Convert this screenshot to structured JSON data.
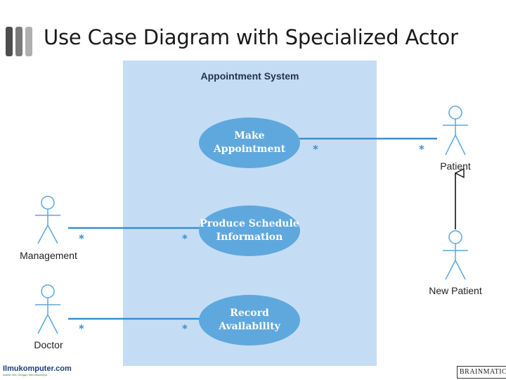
{
  "slide": {
    "title": "Use Case Diagram with Specialized Actor",
    "bar_colors": [
      "#4d4d4d",
      "#7a7a7a",
      "#b0b0b0"
    ]
  },
  "system": {
    "label": "Appointment System",
    "fill": "#c5ddf4"
  },
  "use_cases": [
    {
      "id": "make-appointment",
      "label": "Make\nAppointment"
    },
    {
      "id": "produce-schedule",
      "label": "Produce Schedule\nInformation"
    },
    {
      "id": "record-availability",
      "label": "Record\nAvailability"
    }
  ],
  "actors": [
    {
      "id": "patient",
      "label": "Patient"
    },
    {
      "id": "new-patient",
      "label": "New Patient"
    },
    {
      "id": "management",
      "label": "Management"
    },
    {
      "id": "doctor",
      "label": "Doctor"
    }
  ],
  "associations": [
    {
      "actor": "patient",
      "use_case": "make-appointment",
      "actor_multiplicity": "*",
      "use_case_multiplicity": "*"
    },
    {
      "actor": "management",
      "use_case": "produce-schedule",
      "actor_multiplicity": "*",
      "use_case_multiplicity": "*"
    },
    {
      "actor": "doctor",
      "use_case": "record-availability",
      "actor_multiplicity": "*",
      "use_case_multiplicity": "*"
    }
  ],
  "generalizations": [
    {
      "child": "new-patient",
      "parent": "patient"
    }
  ],
  "colors": {
    "use_case_fill": "#5fa8dd",
    "line": "#3a8fd0",
    "actor_stroke": "#5aa7dc",
    "arrow": "#111111"
  },
  "footer": {
    "left_logo": "Ilmukomputer.com",
    "left_tagline": "Ikatlah Ilmu Dengan Menuliskannya",
    "right_logo": "BRAINMATICS"
  }
}
